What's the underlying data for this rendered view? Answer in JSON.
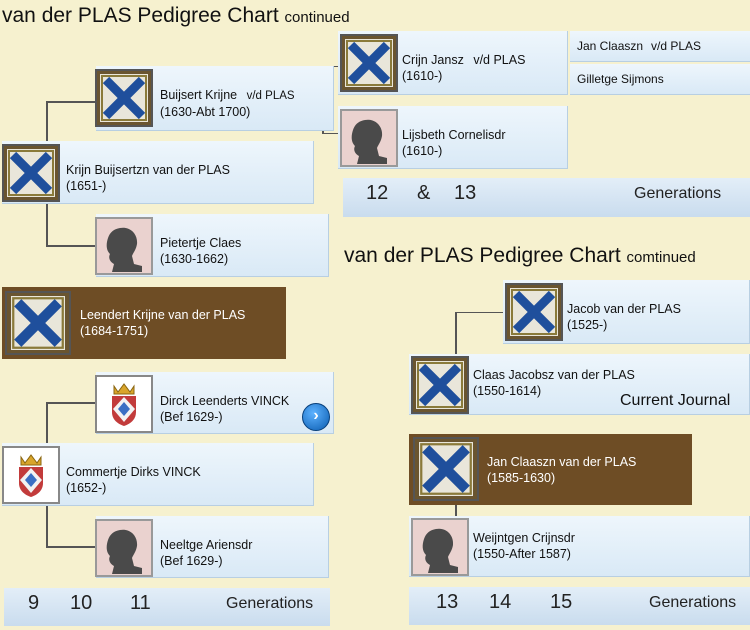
{
  "titles": {
    "main": "van der PLAS Pedigree Chart",
    "main_suffix": "continued",
    "second": "van der PLAS Pedigree Chart",
    "second_suffix": "comtinued"
  },
  "persons": {
    "buijsert": {
      "name": "Buijsert Krijne",
      "suffix": "v/d PLAS",
      "dates": "(1630-Abt 1700)"
    },
    "krijn": {
      "name": "Krijn Buijsertzn van der PLAS",
      "dates": "(1651-)"
    },
    "pietertje": {
      "name": "Pietertje Claes",
      "dates": "(1630-1662)"
    },
    "leendert": {
      "name": "Leendert Krijne van der PLAS",
      "dates": "(1684-1751)"
    },
    "dirck": {
      "name": "Dirck Leenderts VINCK",
      "dates": "(Bef 1629-)"
    },
    "commertje": {
      "name": "Commertje Dirks VINCK",
      "dates": "(1652-)"
    },
    "neeltge": {
      "name": "Neeltge Ariensdr",
      "dates": "(Bef 1629-)"
    },
    "crijn": {
      "name": "Crijn Jansz",
      "suffix": "v/d PLAS",
      "dates": "(1610-)"
    },
    "lijsbeth": {
      "name": "Lijsbeth Cornelisdr",
      "dates": "(1610-)"
    },
    "jan_claaszn_small": {
      "name": "Jan Claaszn",
      "suffix": "v/d PLAS"
    },
    "gilletge": {
      "name": "Gilletge Sijmons"
    },
    "jacob": {
      "name": "Jacob van der PLAS",
      "dates": "(1525-)"
    },
    "claas": {
      "name": "Claas Jacobsz van der PLAS",
      "dates": "(1550-1614)"
    },
    "jan_claaszn": {
      "name": "Jan Claaszn van der PLAS",
      "dates": "(1585-1630)"
    },
    "weijntgen": {
      "name": "Weijntgen Crijnsdr",
      "dates": "(1550-After 1587)"
    }
  },
  "links": {
    "current_journal": "Current Journal",
    "next_arrow": "›"
  },
  "generations": {
    "top_right": {
      "a": "12",
      "amp": "&",
      "b": "13",
      "label": "Generations"
    },
    "bottom_left": {
      "a": "9",
      "b": "10",
      "c": "11",
      "label": "Generations"
    },
    "bottom_right": {
      "a": "13",
      "b": "14",
      "c": "15",
      "label": "Generations"
    }
  },
  "colors": {
    "page_bg": "#f6f1cf",
    "card": "#e3eef8",
    "highlight_card": "#6e4d25",
    "saltire_blue": "#1f4f9c"
  },
  "icons": {
    "plas_arms": "blue-saltire-shield-icon",
    "vinck_arms": "crowned-shield-icon",
    "female": "female-silhouette-icon",
    "next": "chevron-right-icon"
  }
}
